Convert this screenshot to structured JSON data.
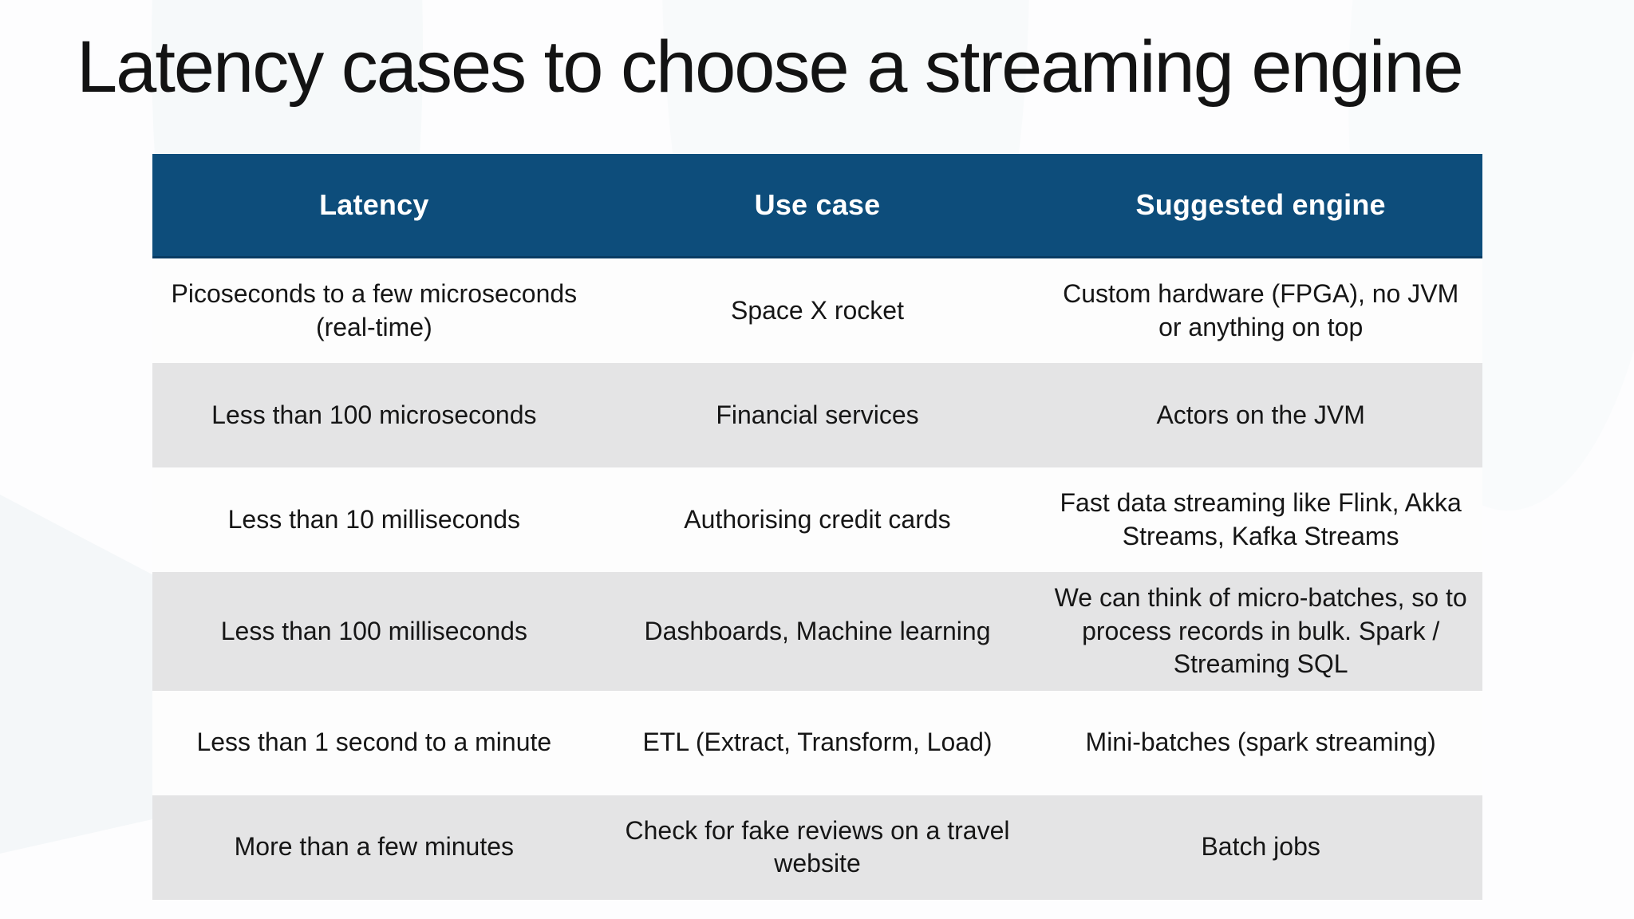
{
  "title": "Latency cases to choose a streaming engine",
  "table": {
    "headers": [
      "Latency",
      "Use case",
      "Suggested engine"
    ],
    "rows": [
      [
        "Picoseconds to a few microseconds (real-time)",
        "Space X rocket",
        "Custom hardware (FPGA), no JVM or anything on top"
      ],
      [
        "Less than 100 microseconds",
        "Financial services",
        "Actors on the JVM"
      ],
      [
        "Less than 10 milliseconds",
        "Authorising credit cards",
        "Fast data streaming like Flink, Akka Streams, Kafka Streams"
      ],
      [
        "Less than 100 milliseconds",
        "Dashboards, Machine learning",
        "We can think of micro-batches, so to process records in bulk. Spark / Streaming SQL"
      ],
      [
        "Less than 1 second to a minute",
        "ETL (Extract, Transform, Load)",
        "Mini-batches (spark streaming)"
      ],
      [
        "More than a few minutes",
        "Check for fake reviews on a travel website",
        "Batch jobs"
      ]
    ]
  },
  "colors": {
    "header_background": "#0d4d7b",
    "header_text": "#ffffff",
    "row_alternate_background": "#e4e4e5",
    "row_background": "#fdfdfd",
    "body_text": "#161616",
    "title_text": "#131313",
    "background_decoration": "#edf3f4"
  }
}
